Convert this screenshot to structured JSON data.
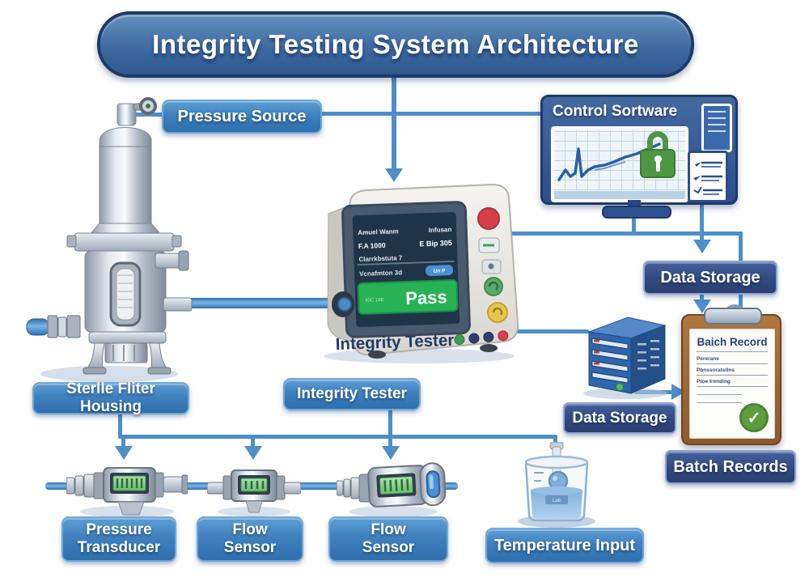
{
  "title": "Integrity Testing System Architecture",
  "labels": {
    "pressure_source": "Pressure Source",
    "control_software": "Control Sortware",
    "sterile_filter_housing": "Sterlle Fliter Housing",
    "integrity_tester": "Integrity Tester",
    "data_storage_top": "Data Storage",
    "data_storage_server": "Data Storage",
    "batch_records": "Batch Records",
    "pressure_transducer": "Pressure Transducer",
    "flow_sensor_1": "Flow Sensor",
    "flow_sensor_2": "Flow Sensor",
    "temperature_input": "Temperature Input"
  },
  "tester": {
    "device_name": "Integrity Tester",
    "screen": {
      "row1_left": "Amuel Wanm",
      "row1_right": "Infusan",
      "row2_left": "F.A 1000",
      "row2_right": "E Bip 305",
      "row3": "Clarrkbstuta 7",
      "row4": "Vcnafmton 3d",
      "row4_button": "Un P",
      "result_note": "40C 18E",
      "result": "Pass"
    }
  },
  "clipboard": {
    "title": "Baich Record",
    "rows": [
      "Pererane",
      "Pbnssoratstlns",
      "Ptoe trending"
    ],
    "check_icon": "✓"
  },
  "beaker": {
    "tag": "Lab"
  },
  "colors": {
    "label_blue": "#3f80bd",
    "label_navy": "#32497f",
    "line_blue": "#4e8ec9",
    "pass_green": "#27b256",
    "lock_green": "#4e9643",
    "check_green": "#5b9e3d",
    "alert_red": "#d6434a",
    "clipboard_brown": "#a0683a"
  }
}
